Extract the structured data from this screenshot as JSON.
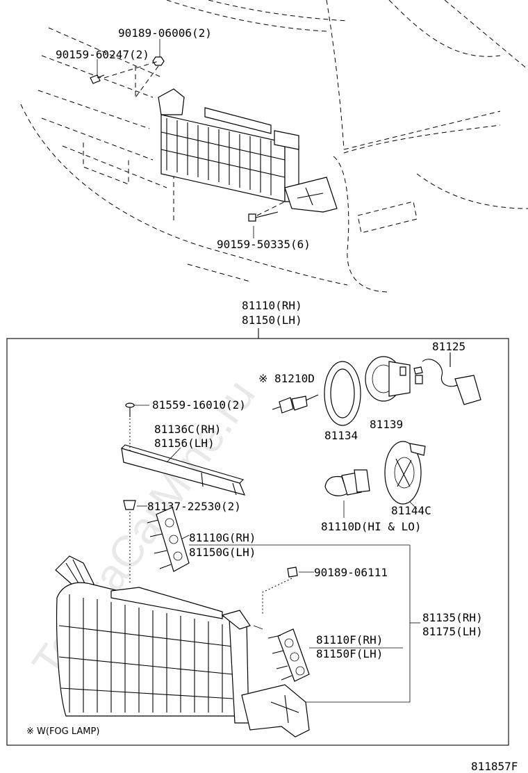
{
  "diagram_id": "811857F",
  "watermark": "ToyotaCarMine.ru",
  "footnote": "※ W(FOG LAMP)",
  "upper_labels": {
    "nut": "90189-06006(2)",
    "screw_top": "90159-60247(2)",
    "screw_bottom": "90159-50335(6)"
  },
  "assembly_labels": {
    "rh": "81110(RH)",
    "lh": "81150(LH)"
  },
  "parts": {
    "p81125": "81125",
    "p81210d": "※ 81210D",
    "p81134": "81134",
    "p81139": "81139",
    "p81559": "81559-16010(2)",
    "p81136c_rh": "81136C(RH)",
    "p81156_lh": "81156(LH)",
    "p81137": "81137-22530(2)",
    "p81110d": "81110D(HI & LO)",
    "p81144c": "81144C",
    "p81110g_rh": "81110G(RH)",
    "p81150g_lh": "81150G(LH)",
    "p90189_06111": "90189-06111",
    "p81135_rh": "81135(RH)",
    "p81175_lh": "81175(LH)",
    "p81110f_rh": "81110F(RH)",
    "p81150f_lh": "81150F(LH)"
  }
}
